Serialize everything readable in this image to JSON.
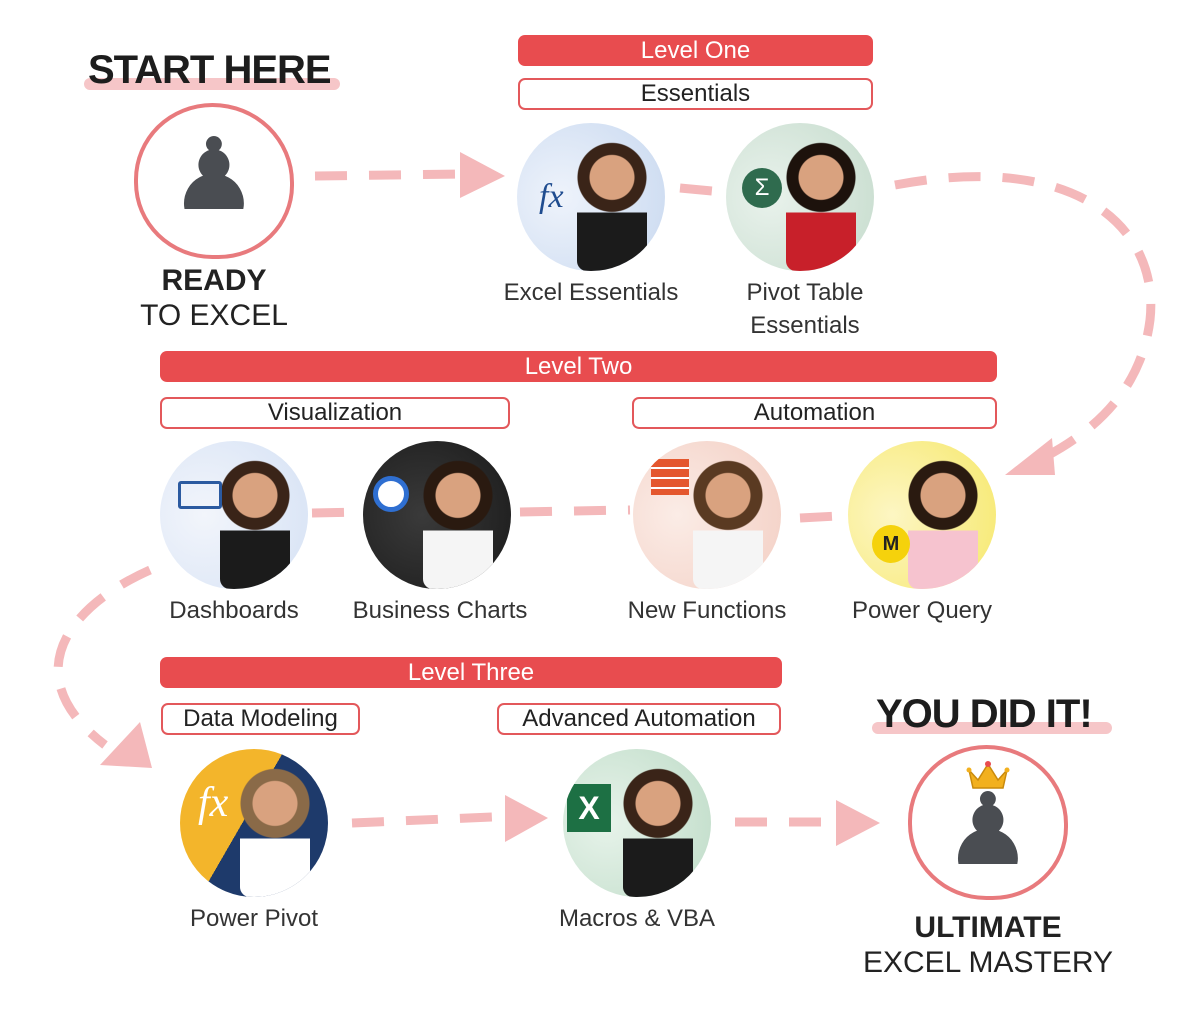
{
  "start": {
    "title": "START HERE",
    "line1": "READY",
    "line2": "TO EXCEL"
  },
  "finish": {
    "title": "YOU DID IT!",
    "line1": "ULTIMATE",
    "line2": "EXCEL MASTERY"
  },
  "levels": {
    "one": {
      "label": "Level One",
      "groups": [
        "Essentials"
      ]
    },
    "two": {
      "label": "Level Two",
      "groups": [
        "Visualization",
        "Automation"
      ]
    },
    "three": {
      "label": "Level Three",
      "groups": [
        "Data Modeling",
        "Advanced Automation"
      ]
    }
  },
  "courses": {
    "excel_essentials": "Excel Essentials",
    "pivot_line1": "Pivot Table",
    "pivot_line2": "Essentials",
    "dashboards": "Dashboards",
    "business_charts": "Business Charts",
    "new_functions": "New Functions",
    "power_query": "Power Query",
    "power_pivot": "Power Pivot",
    "macros_vba": "Macros & VBA"
  },
  "colors": {
    "accent": "#e84c4f",
    "path": "#f4b8ba"
  }
}
